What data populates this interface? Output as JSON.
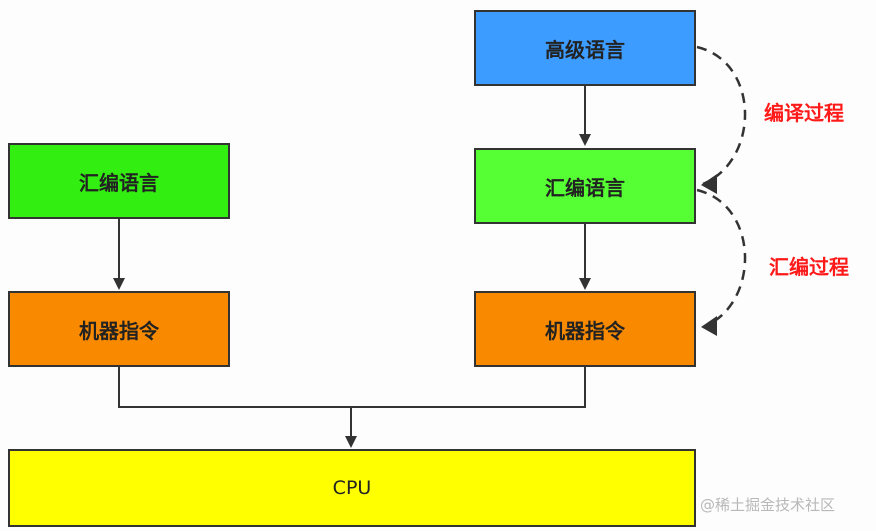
{
  "colors": {
    "high_level": "#3d9cff",
    "assembly_left": "#33ee11",
    "assembly_right": "#55ff33",
    "machine": "#f98a00",
    "cpu": "#ffff00",
    "edge_label": "#ff1a1a",
    "line": "#333333"
  },
  "left_column": {
    "assembly_label": "汇编语言",
    "machine_label": "机器指令"
  },
  "right_column": {
    "high_level_label": "高级语言",
    "assembly_label": "汇编语言",
    "machine_label": "机器指令"
  },
  "cpu_label": "CPU",
  "edge_labels": {
    "compile": "编译过程",
    "assemble": "汇编过程"
  },
  "watermark": "@稀土掘金技术社区"
}
